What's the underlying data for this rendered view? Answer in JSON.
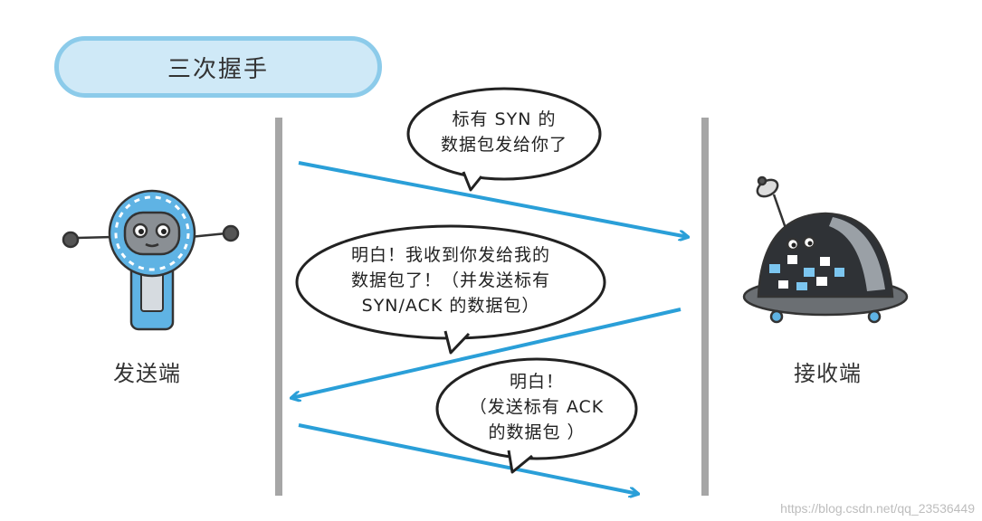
{
  "title": "三次握手",
  "sender_label": "发送端",
  "receiver_label": "接收端",
  "messages": {
    "syn": [
      "标有 SYN 的",
      "数据包发给你了"
    ],
    "syn_ack": [
      "明白！我收到你发给我的",
      "数据包了！（并发送标有",
      "SYN/ACK 的数据包）"
    ],
    "ack": [
      "明白！",
      "（发送标有 ACK",
      "的数据包 ）"
    ]
  },
  "watermark": "https://blog.csdn.net/qq_23536449",
  "colors": {
    "arrow": "#2a9fd8",
    "title_fill": "#cfe9f7",
    "title_border": "#8ccbea",
    "lifeline": "#a6a6a6",
    "robot_blue": "#5fb3e4"
  }
}
